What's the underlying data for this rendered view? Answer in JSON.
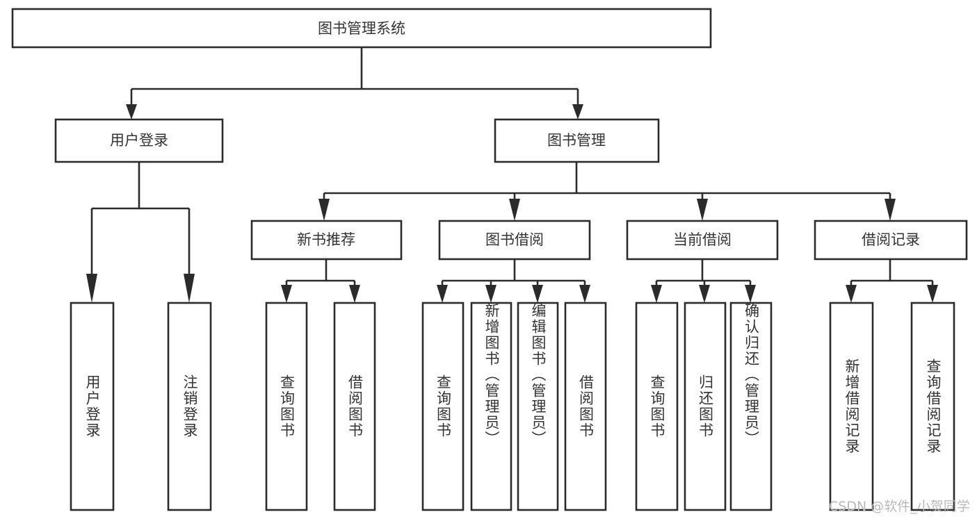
{
  "diagram": {
    "title": "图书管理系统",
    "watermark": "CSDN @软件_小贺同学",
    "colors": {
      "stroke": "#2b2b2b",
      "fill": "#ffffff",
      "text": "#333333",
      "watermark": "#b9b9b9"
    },
    "root": {
      "label": "图书管理系统"
    },
    "level2": [
      {
        "label": "用户登录"
      },
      {
        "label": "图书管理"
      }
    ],
    "level3": [
      {
        "label": "新书推荐"
      },
      {
        "label": "图书借阅"
      },
      {
        "label": "当前借阅"
      },
      {
        "label": "借阅记录"
      }
    ],
    "leaves": {
      "user_login": [
        {
          "label": "用户登录"
        },
        {
          "label": "注销登录"
        }
      ],
      "new_book_recommend": [
        {
          "label": "查询图书"
        },
        {
          "label": "借阅图书"
        }
      ],
      "book_borrow": [
        {
          "label": "查询图书"
        },
        {
          "label": "新增图书（管理员）"
        },
        {
          "label": "编辑图书（管理员）"
        },
        {
          "label": "借阅图书"
        }
      ],
      "current_borrow": [
        {
          "label": "查询图书"
        },
        {
          "label": "归还图书"
        },
        {
          "label": "确认归还（管理员）"
        }
      ],
      "borrow_record": [
        {
          "label": "新增借阅记录"
        },
        {
          "label": "查询借阅记录"
        }
      ]
    }
  }
}
